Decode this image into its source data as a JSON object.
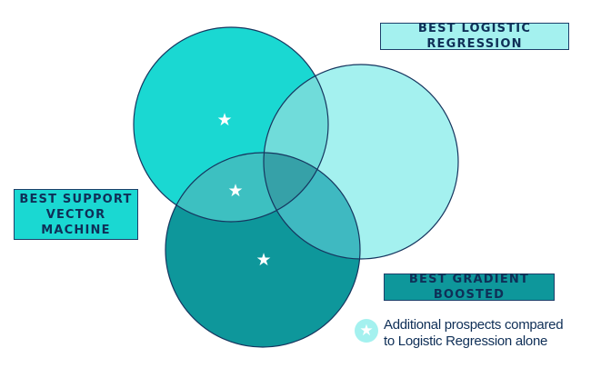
{
  "diagram": {
    "type": "venn",
    "sets": [
      {
        "id": "lr",
        "label": "BEST LOGISTIC REGRESSION",
        "fill": "#a4f1ef"
      },
      {
        "id": "svm",
        "label": "BEST SUPPORT VECTOR MACHINE",
        "fill": "#1ad8d2"
      },
      {
        "id": "gb",
        "label": "BEST GRADIENT BOOSTED",
        "fill": "#0e979b"
      }
    ],
    "stars": [
      "svm-only",
      "svm-gb-overlap",
      "gb-only"
    ]
  },
  "labels": {
    "logistic_regression": "BEST LOGISTIC REGRESSION",
    "svm": "BEST SUPPORT\nVECTOR MACHINE",
    "gradient_boosted": "BEST GRADIENT BOOSTED"
  },
  "legend": {
    "icon": "star-icon",
    "text": "Additional prospects compared to Logistic Regression alone"
  },
  "colors": {
    "lr_fill": "#a4f1ef",
    "svm_fill": "#1ad8d2",
    "gb_fill": "#0e979b",
    "svm_lr_overlap": "#70dcda",
    "lr_gb_overlap": "#3fb9c1",
    "svm_gb_overlap": "#3dc0c1",
    "triple_overlap": "#36a1a8",
    "stroke": "#16365f",
    "text": "#0f2f57",
    "label_bg": "#a4f1ef",
    "svm_label_bg": "#1ad8d2",
    "gb_label_bg": "#0e979b",
    "legend_icon_bg": "#a4f1ef",
    "star": "#ffffff"
  }
}
